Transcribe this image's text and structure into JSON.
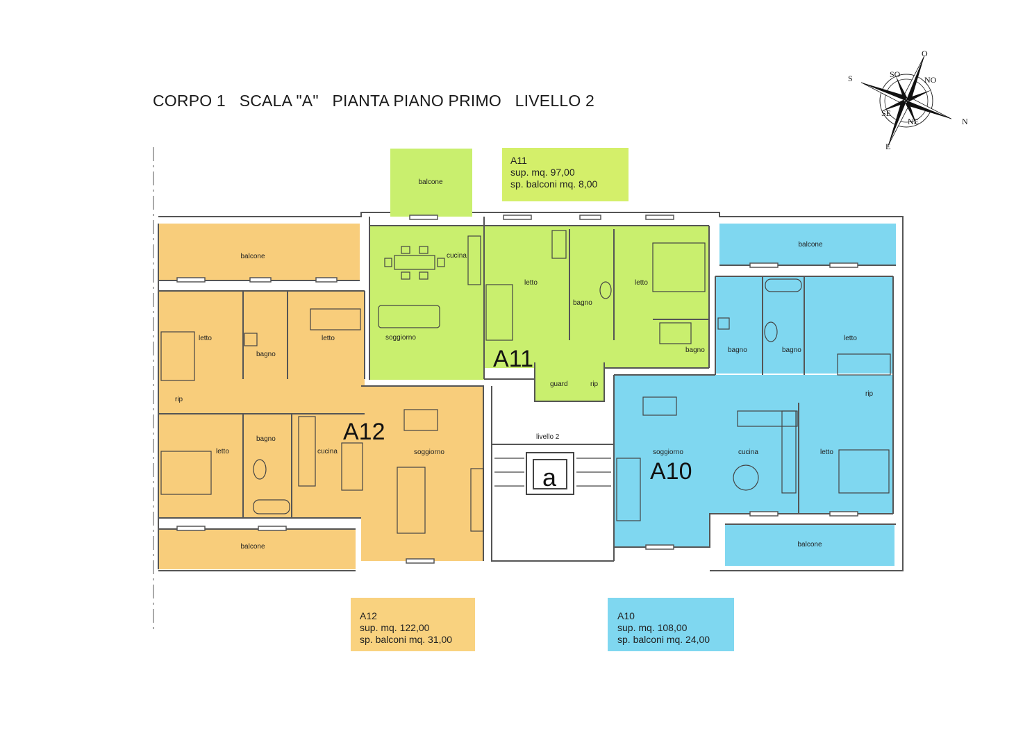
{
  "title": "CORPO 1   SCALA \"A\"   PIANTA PIANO PRIMO   LIVELLO 2",
  "colors": {
    "A10": "#7fd7f0",
    "A11": "#c9ef6e",
    "A12": "#f8cd7b",
    "wall": "#5b5b5b",
    "info_A10": "#7fd7f0",
    "info_A11": "#d4ef6a",
    "info_A12": "#f9d27f"
  },
  "info": {
    "A11": {
      "name": "A11",
      "sup": "sup. mq. 97,00",
      "balconi": "sp. balconi mq. 8,00"
    },
    "A12": {
      "name": "A12",
      "sup": "sup. mq. 122,00",
      "balconi": "sp. balconi mq. 31,00"
    },
    "A10": {
      "name": "A10",
      "sup": "sup. mq. 108,00",
      "balconi": "sp. balconi mq. 24,00"
    }
  },
  "units": {
    "A10": "A10",
    "A11": "A11",
    "A12": "A12"
  },
  "stair_label": "a",
  "labels": {
    "balcone_a11": "balcone",
    "balcone_a12_top": "balcone",
    "balcone_a12_bottom": "balcone",
    "balcone_a10_top": "balcone",
    "balcone_a10_bottom": "balcone",
    "a11_cucina": "cucina",
    "a11_letto_1": "letto",
    "a11_bagno": "bagno",
    "a11_letto_2": "letto",
    "a11_soggiorno": "soggiorno",
    "a11_bagno_2": "bagno",
    "a11_guard": "guard",
    "a11_rip": "rip",
    "a12_letto_1": "letto",
    "a12_bagno_1": "bagno",
    "a12_letto_2": "letto",
    "a12_rip": "rip",
    "a12_letto_3": "letto",
    "a12_bagno_2": "bagno",
    "a12_cucina": "cucina",
    "a12_soggiorno": "soggiorno",
    "a10_bagno_1": "bagno",
    "a10_bagno_2": "bagno",
    "a10_letto_1": "letto",
    "a10_rip": "rip",
    "a10_soggiorno": "soggiorno",
    "a10_cucina": "cucina",
    "a10_letto_2": "letto",
    "livello": "livello 2"
  },
  "compass": {
    "n": "N",
    "s": "S",
    "e": "E",
    "o": "O",
    "ne": "NE",
    "se": "SE",
    "so": "SO",
    "no": "NO"
  }
}
